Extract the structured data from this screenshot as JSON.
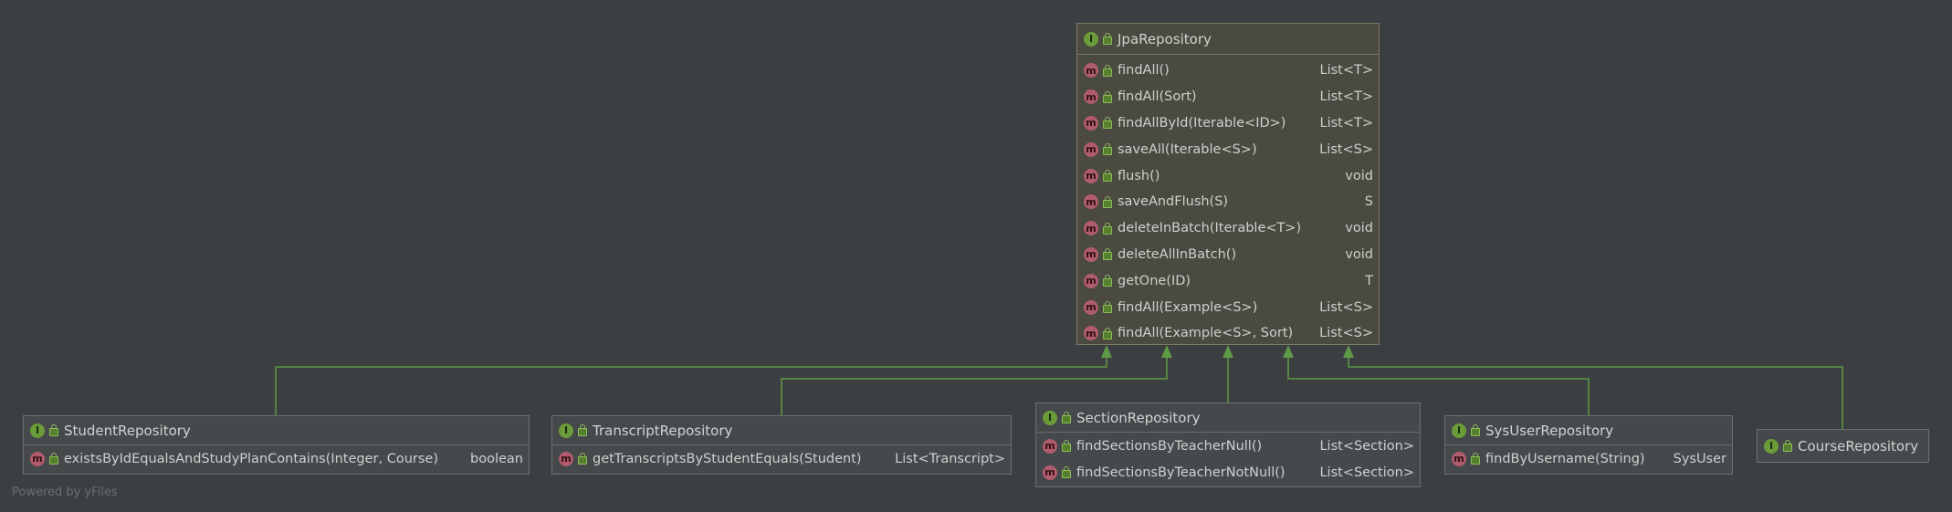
{
  "nodes": {
    "jpa_repository": {
      "title": "JpaRepository",
      "methods": [
        {
          "name": "findAll()",
          "type": "List<T>"
        },
        {
          "name": "findAll(Sort)",
          "type": "List<T>"
        },
        {
          "name": "findAllById(Iterable<ID>)",
          "type": "List<T>"
        },
        {
          "name": "saveAll(Iterable<S>)",
          "type": "List<S>"
        },
        {
          "name": "flush()",
          "type": "void"
        },
        {
          "name": "saveAndFlush(S)",
          "type": "S"
        },
        {
          "name": "deleteInBatch(Iterable<T>)",
          "type": "void"
        },
        {
          "name": "deleteAllInBatch()",
          "type": "void"
        },
        {
          "name": "getOne(ID)",
          "type": "T"
        },
        {
          "name": "findAll(Example<S>)",
          "type": "List<S>"
        },
        {
          "name": "findAll(Example<S>, Sort)",
          "type": "List<S>"
        }
      ]
    },
    "student_repository": {
      "title": "StudentRepository",
      "methods": [
        {
          "name": "existsByIdEqualsAndStudyPlanContains(Integer, Course)",
          "type": "boolean"
        }
      ]
    },
    "transcript_repository": {
      "title": "TranscriptRepository",
      "methods": [
        {
          "name": "getTranscriptsByStudentEquals(Student)",
          "type": "List<Transcript>"
        }
      ]
    },
    "section_repository": {
      "title": "SectionRepository",
      "methods": [
        {
          "name": "findSectionsByTeacherNull()",
          "type": "List<Section>"
        },
        {
          "name": "findSectionsByTeacherNotNull()",
          "type": "List<Section>"
        }
      ]
    },
    "sys_user_repository": {
      "title": "SysUserRepository",
      "methods": [
        {
          "name": "findByUsername(String)",
          "type": "SysUser"
        }
      ]
    },
    "course_repository": {
      "title": "CourseRepository",
      "methods": []
    }
  },
  "badges": {
    "interface": "I",
    "method": "m"
  },
  "icons": [
    "interface-icon",
    "method-icon",
    "public-lock-icon"
  ],
  "colors": {
    "background": "#3b3f42",
    "edge": "#5f9a45",
    "interface_badge": "#6b9c3a",
    "method_badge": "#b15c6e"
  },
  "watermark": "Powered by yFiles"
}
